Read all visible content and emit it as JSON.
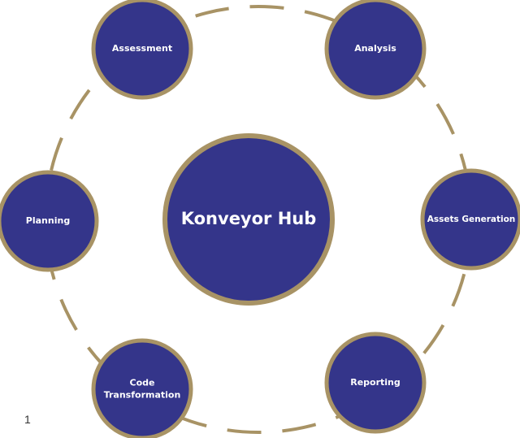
{
  "colors": {
    "node_fill": "#34358a",
    "node_border": "#a89365",
    "ring_dash": "#a89365",
    "label_text": "#ffffff",
    "background": "#ffffff"
  },
  "hub": {
    "label": "Konveyor Hub"
  },
  "nodes": [
    {
      "id": "assessment",
      "lines": [
        "Assessment"
      ]
    },
    {
      "id": "analysis",
      "lines": [
        "Analysis"
      ]
    },
    {
      "id": "assets-generation",
      "lines": [
        "Assets Generation"
      ]
    },
    {
      "id": "reporting",
      "lines": [
        "Reporting"
      ]
    },
    {
      "id": "code-transformation",
      "lines": [
        "Code",
        "Transformation"
      ]
    },
    {
      "id": "planning",
      "lines": [
        "Planning"
      ]
    }
  ],
  "page_number": "1"
}
